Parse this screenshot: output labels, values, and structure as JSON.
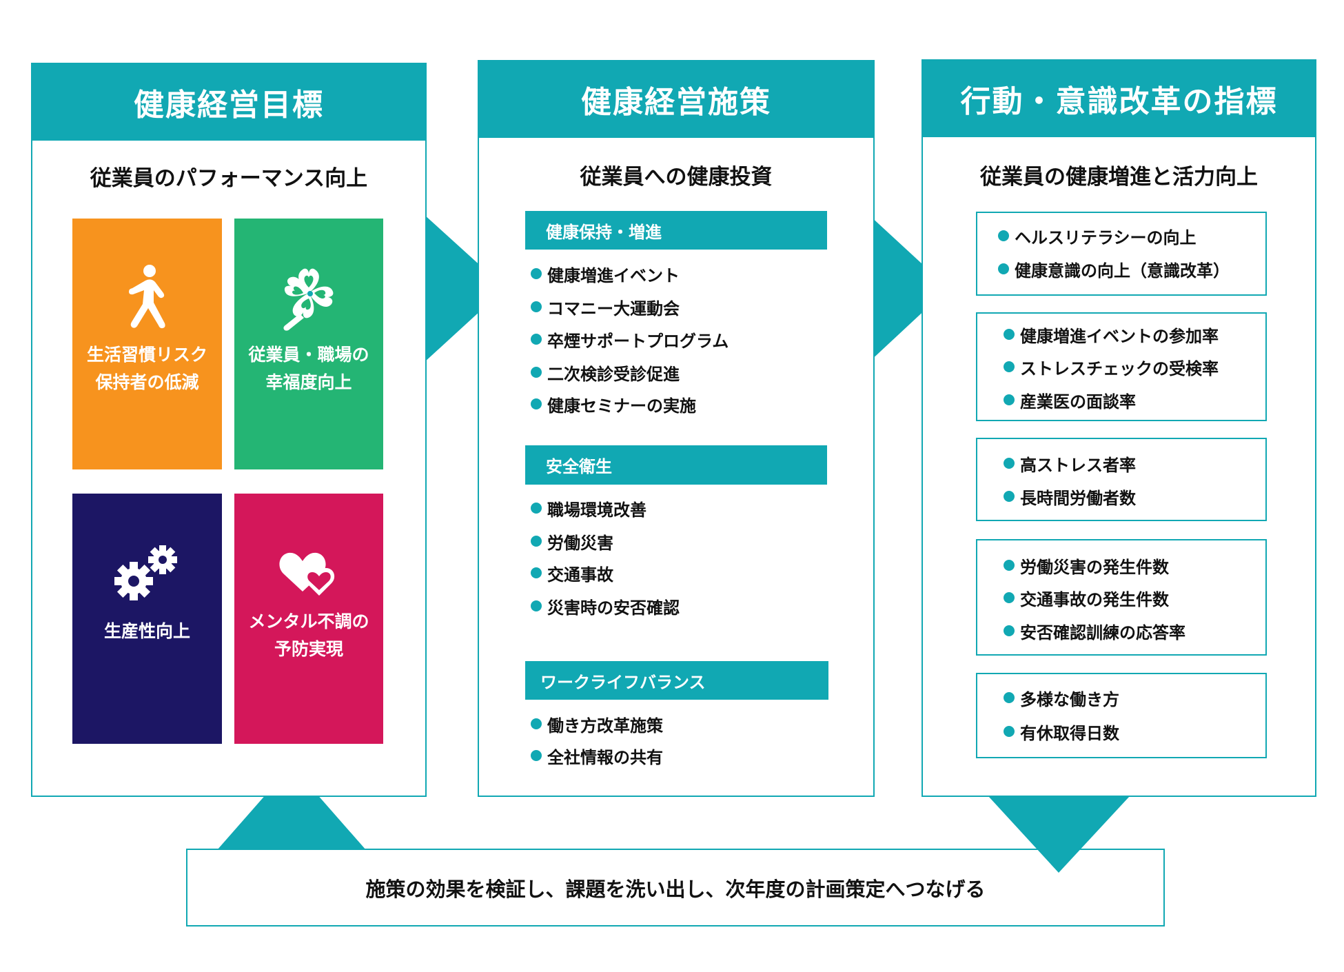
{
  "colors": {
    "accent": "#11a8b3",
    "tile_orange": "#f7931e",
    "tile_green": "#24b574",
    "tile_navy": "#1c1664",
    "tile_magenta": "#d4175a"
  },
  "goals": {
    "header": "健康経営目標",
    "subtitle": "従業員のパフォーマンス向上",
    "tiles": [
      {
        "icon": "walking-person-icon",
        "line1": "生活習慣リスク",
        "line2": "保持者の低減"
      },
      {
        "icon": "clover-icon",
        "line1": "従業員・職場の",
        "line2": "幸福度向上"
      },
      {
        "icon": "gears-icon",
        "line1": "生産性向上",
        "line2": ""
      },
      {
        "icon": "hearts-icon",
        "line1": "メンタル不調の",
        "line2": "予防実現"
      }
    ]
  },
  "measures": {
    "header": "健康経営施策",
    "subtitle": "従業員への健康投資",
    "sections": [
      {
        "title": "健康保持・増進",
        "items": [
          "健康増進イベント",
          "コマニー大運動会",
          "卒煙サポートプログラム",
          "二次検診受診促進",
          "健康セミナーの実施"
        ]
      },
      {
        "title": "安全衛生",
        "items": [
          "職場環境改善",
          "労働災害",
          "交通事故",
          "災害時の安否確認"
        ]
      },
      {
        "title": "ワークライフバランス",
        "items": [
          "働き方改革施策",
          "全社情報の共有"
        ]
      }
    ]
  },
  "indicators": {
    "header": "行動・意識改革の指標",
    "subtitle": "従業員の健康増進と活力向上",
    "groups": [
      [
        "ヘルスリテラシーの向上",
        "健康意識の向上（意識改革）"
      ],
      [
        "健康増進イベントの参加率",
        "ストレスチェックの受検率",
        "産業医の面談率"
      ],
      [
        "高ストレス者率",
        "長時間労働者数"
      ],
      [
        "労働災害の発生件数",
        "交通事故の発生件数",
        "安否確認訓練の応答率"
      ],
      [
        "多様な働き方",
        "有休取得日数"
      ]
    ]
  },
  "feedback": {
    "text": "施策の効果を検証し、課題を洗い出し、次年度の計画策定へつなげる"
  }
}
